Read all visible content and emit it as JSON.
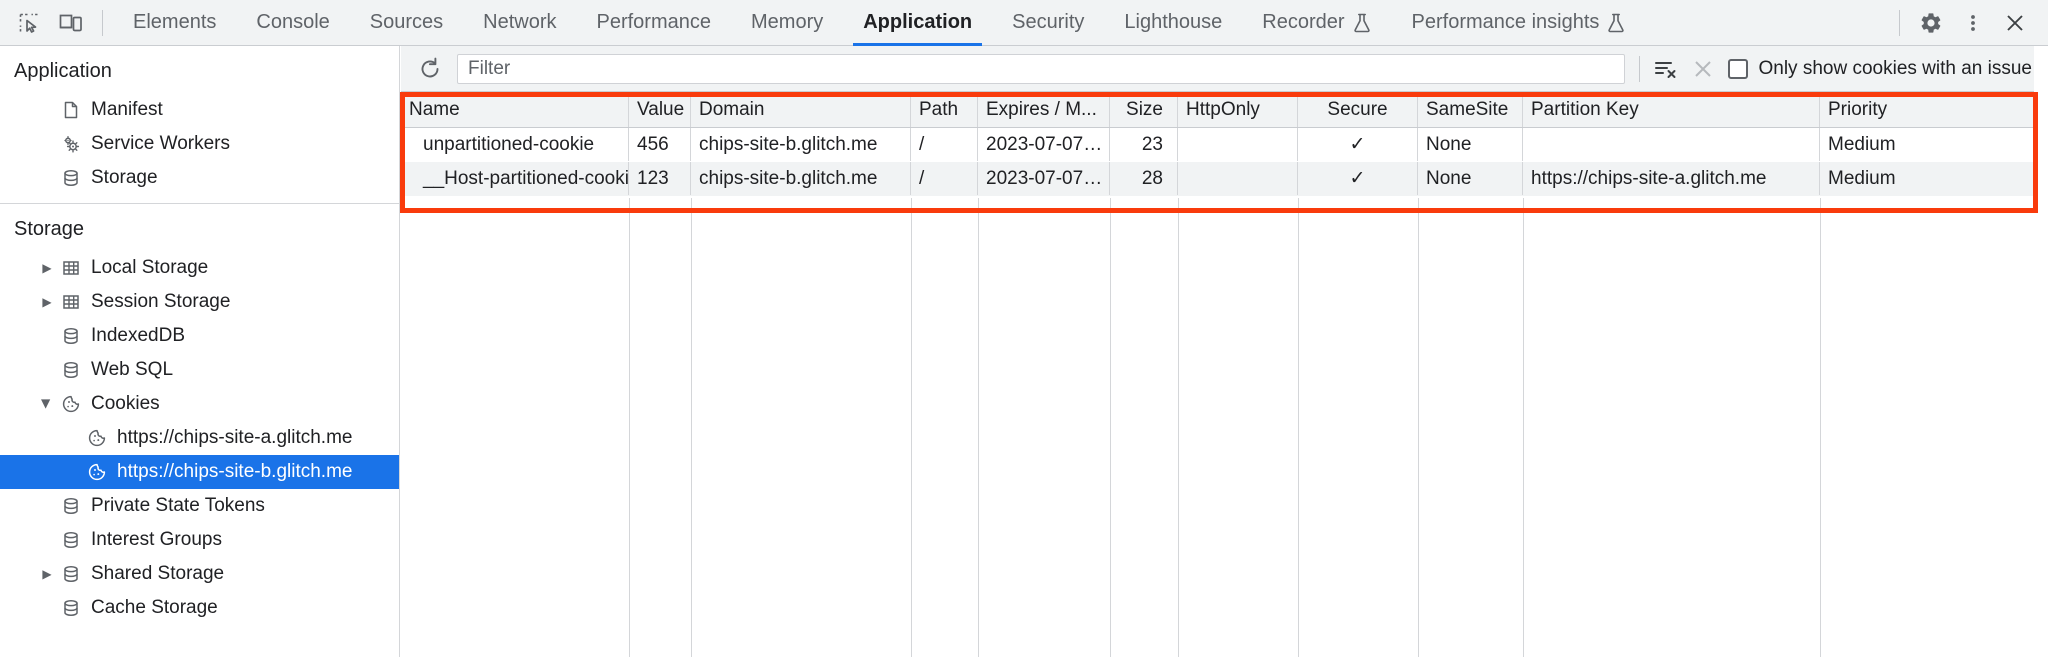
{
  "toolbar": {
    "inspect_icon": "inspect-element-icon",
    "device_icon": "device-toolbar-icon",
    "tabs": [
      {
        "label": "Elements",
        "active": false,
        "experimental": false
      },
      {
        "label": "Console",
        "active": false,
        "experimental": false
      },
      {
        "label": "Sources",
        "active": false,
        "experimental": false
      },
      {
        "label": "Network",
        "active": false,
        "experimental": false
      },
      {
        "label": "Performance",
        "active": false,
        "experimental": false
      },
      {
        "label": "Memory",
        "active": false,
        "experimental": false
      },
      {
        "label": "Application",
        "active": true,
        "experimental": false
      },
      {
        "label": "Security",
        "active": false,
        "experimental": false
      },
      {
        "label": "Lighthouse",
        "active": false,
        "experimental": false
      },
      {
        "label": "Recorder",
        "active": false,
        "experimental": true
      },
      {
        "label": "Performance insights",
        "active": false,
        "experimental": true
      }
    ],
    "settings_icon": "gear-icon",
    "more_icon": "kebab-menu-icon",
    "close_icon": "close-icon"
  },
  "sidebar": {
    "application": {
      "title": "Application",
      "items": [
        {
          "label": "Manifest",
          "icon": "document-icon",
          "twisty": "none",
          "selected": false
        },
        {
          "label": "Service Workers",
          "icon": "gears-icon",
          "twisty": "none",
          "selected": false
        },
        {
          "label": "Storage",
          "icon": "database-icon",
          "twisty": "none",
          "selected": false
        }
      ]
    },
    "storage": {
      "title": "Storage",
      "items": [
        {
          "label": "Local Storage",
          "icon": "table-icon",
          "twisty": "collapsed",
          "selected": false,
          "indent": 0
        },
        {
          "label": "Session Storage",
          "icon": "table-icon",
          "twisty": "collapsed",
          "selected": false,
          "indent": 0
        },
        {
          "label": "IndexedDB",
          "icon": "database-icon",
          "twisty": "none",
          "selected": false,
          "indent": 0
        },
        {
          "label": "Web SQL",
          "icon": "database-icon",
          "twisty": "none",
          "selected": false,
          "indent": 0
        },
        {
          "label": "Cookies",
          "icon": "cookie-icon",
          "twisty": "expanded",
          "selected": false,
          "indent": 0
        },
        {
          "label": "https://chips-site-a.glitch.me",
          "icon": "cookie-icon",
          "twisty": "none",
          "selected": false,
          "indent": 1
        },
        {
          "label": "https://chips-site-b.glitch.me",
          "icon": "cookie-icon",
          "twisty": "none",
          "selected": true,
          "indent": 1
        },
        {
          "label": "Private State Tokens",
          "icon": "database-icon",
          "twisty": "none",
          "selected": false,
          "indent": 0
        },
        {
          "label": "Interest Groups",
          "icon": "database-icon",
          "twisty": "none",
          "selected": false,
          "indent": 0
        },
        {
          "label": "Shared Storage",
          "icon": "database-icon",
          "twisty": "collapsed",
          "selected": false,
          "indent": 0
        },
        {
          "label": "Cache Storage",
          "icon": "database-icon",
          "twisty": "none",
          "selected": false,
          "indent": 0
        }
      ]
    }
  },
  "filterbar": {
    "refresh_icon": "refresh-icon",
    "filter_value": "",
    "filter_placeholder": "Filter",
    "clear_all_icon": "clear-all-cookies-icon",
    "clear_filter_icon": "clear-icon",
    "issue_checkbox_label": "Only show cookies with an issue",
    "issue_checkbox_checked": false
  },
  "table": {
    "columns": [
      "Name",
      "Value",
      "Domain",
      "Path",
      "Expires / M...",
      "Size",
      "HttpOnly",
      "Secure",
      "SameSite",
      "Partition Key",
      "Priority"
    ],
    "rows": [
      {
        "name": "unpartitioned-cookie",
        "value": "456",
        "domain": "chips-site-b.glitch.me",
        "path": "/",
        "expires": "2023-07-07…",
        "size": "23",
        "httponly": "",
        "secure": "✓",
        "samesite": "None",
        "partition_key": "",
        "priority": "Medium"
      },
      {
        "name": "__Host-partitioned-cookie",
        "value": "123",
        "domain": "chips-site-b.glitch.me",
        "path": "/",
        "expires": "2023-07-07…",
        "size": "28",
        "httponly": "",
        "secure": "✓",
        "samesite": "None",
        "partition_key": "https://chips-site-a.glitch.me",
        "priority": "Medium"
      }
    ]
  },
  "annotation": {
    "name": "red-highlight-box",
    "color": "#f93b0c"
  },
  "colors": {
    "accent": "#1a73e8",
    "toolbar_bg": "#f1f3f4",
    "text": "#202124",
    "muted": "#5f6368",
    "highlight": "#f93b0c"
  }
}
